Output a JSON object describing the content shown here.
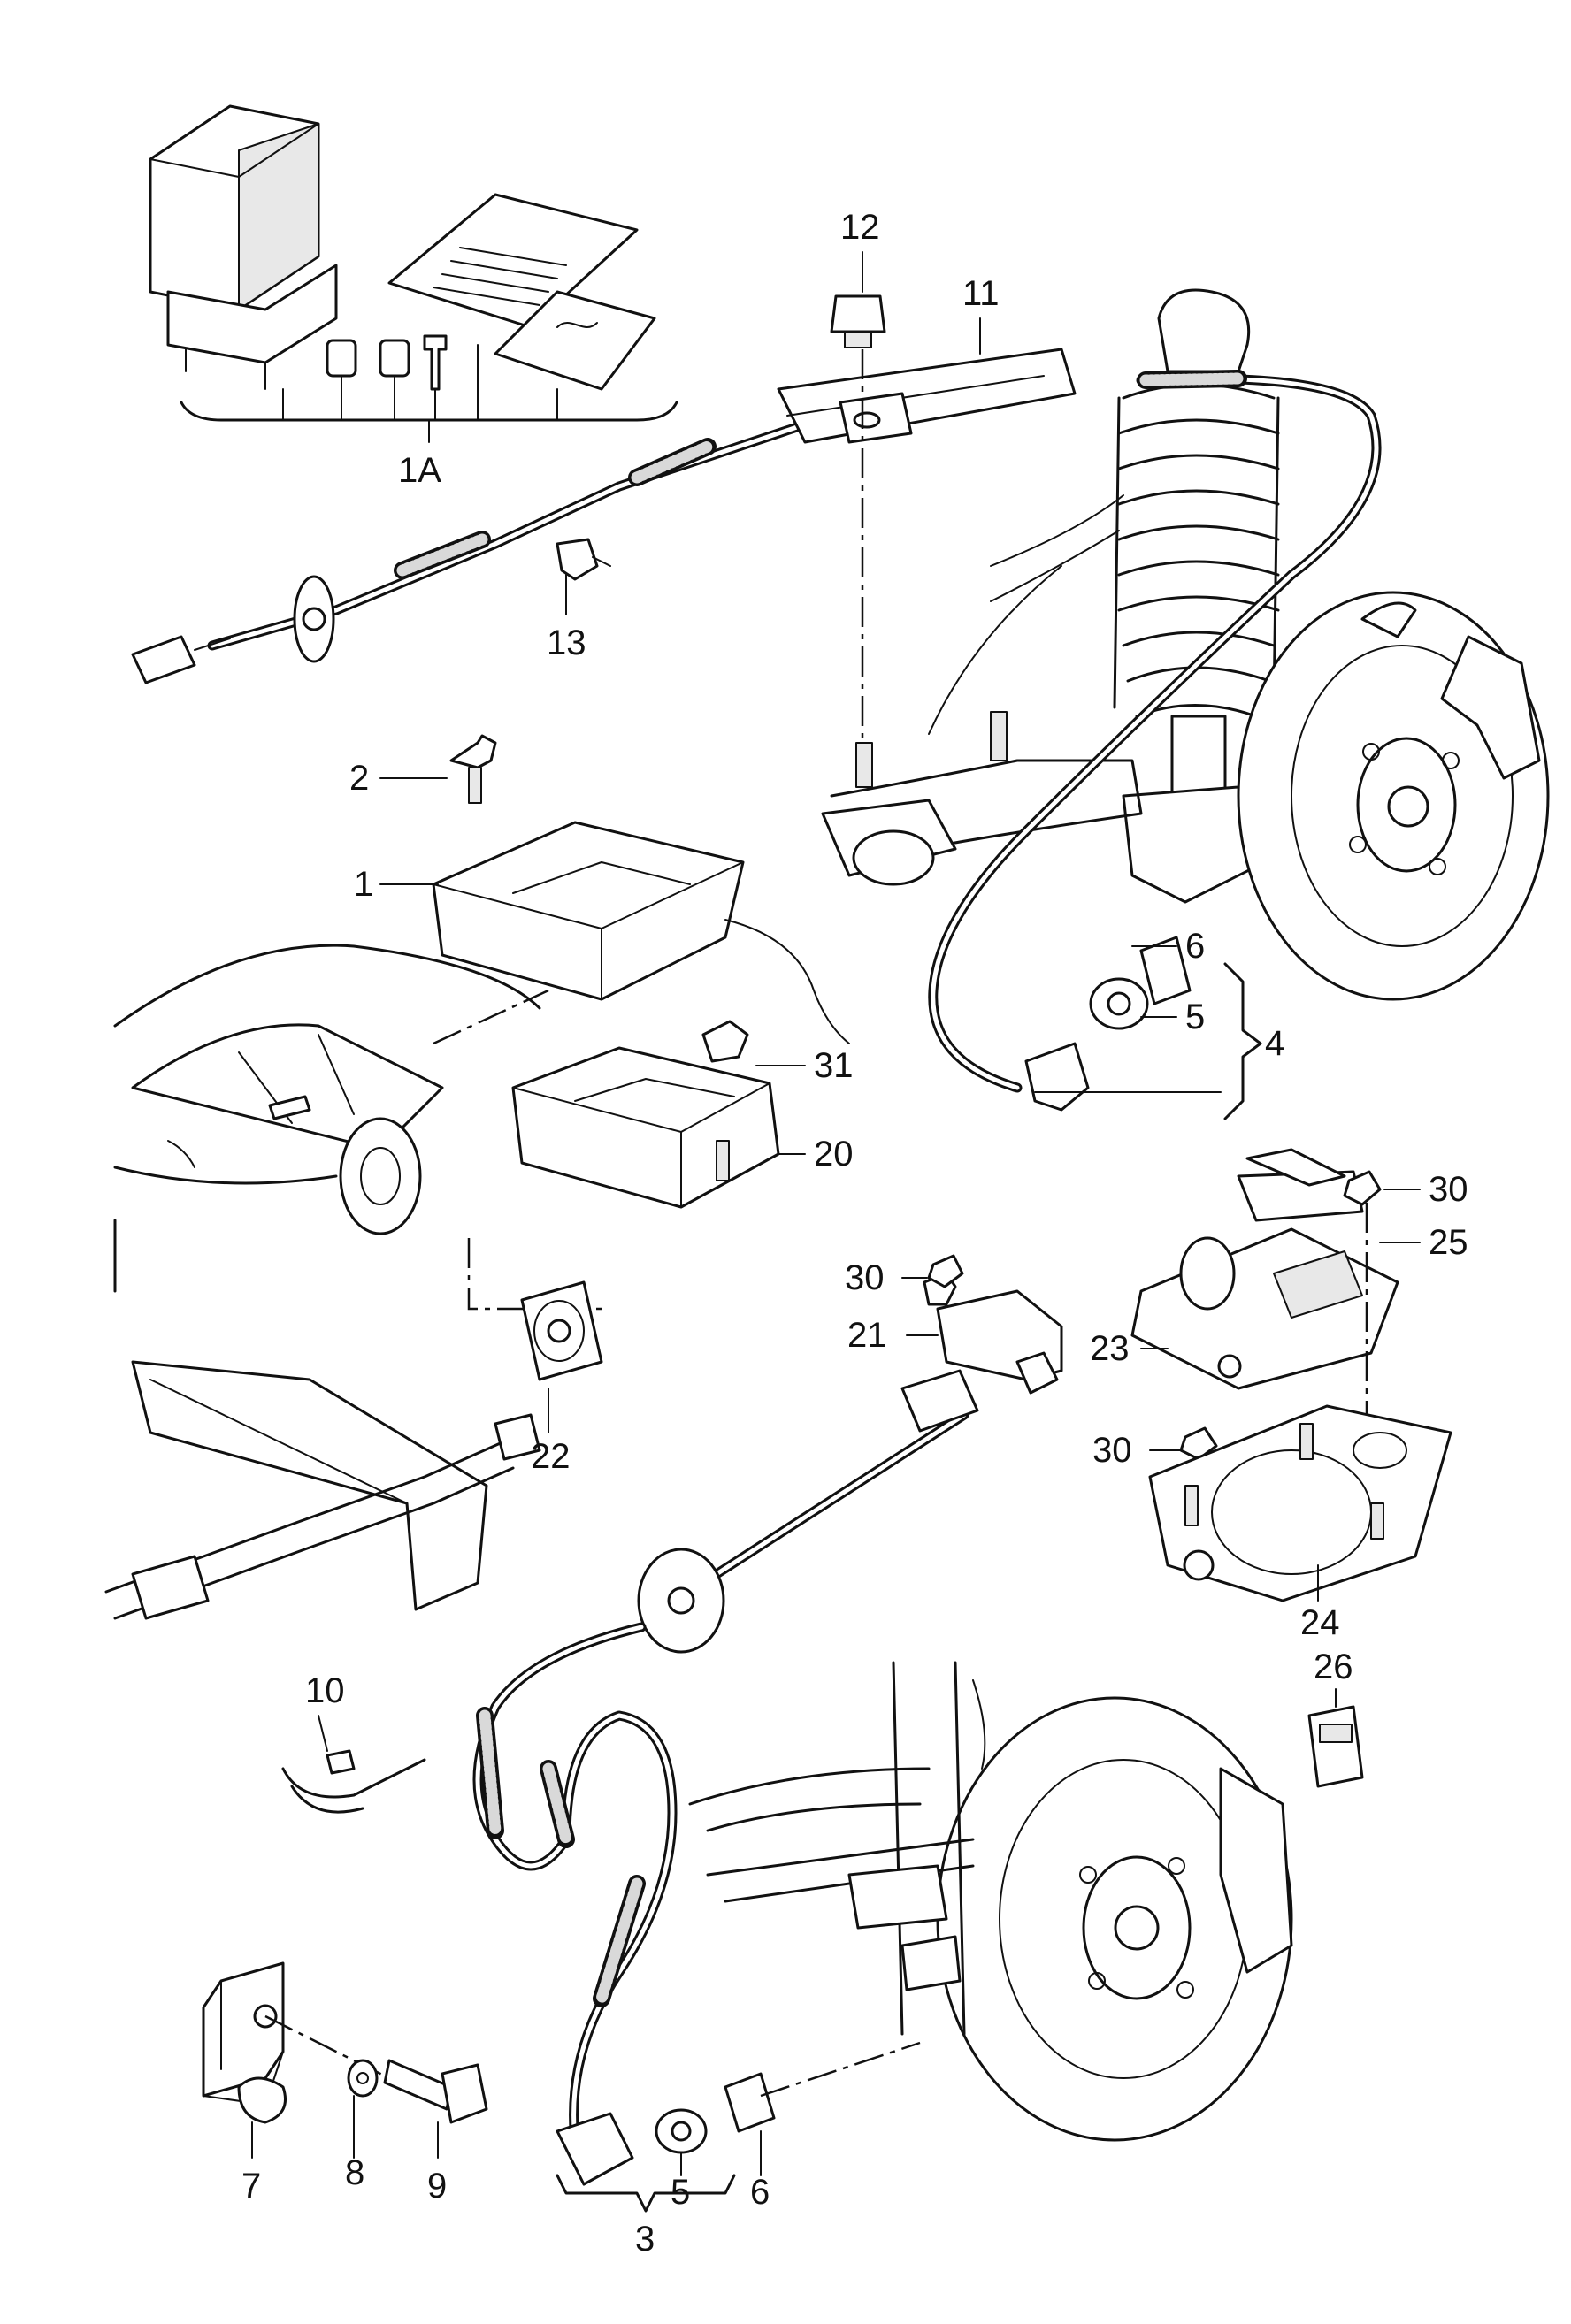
{
  "callouts": {
    "c1A": "1A",
    "c1": "1",
    "c2": "2",
    "c3": "3",
    "c4": "4",
    "c5a": "5",
    "c5b": "5",
    "c6a": "6",
    "c6b": "6",
    "c7": "7",
    "c8": "8",
    "c9": "9",
    "c10": "10",
    "c11": "11",
    "c12": "12",
    "c13": "13",
    "c20": "20",
    "c21": "21",
    "c22": "22",
    "c23": "23",
    "c24": "24",
    "c25": "25",
    "c26": "26",
    "c30a": "30",
    "c30b": "30",
    "c30c": "30",
    "c31": "31"
  }
}
